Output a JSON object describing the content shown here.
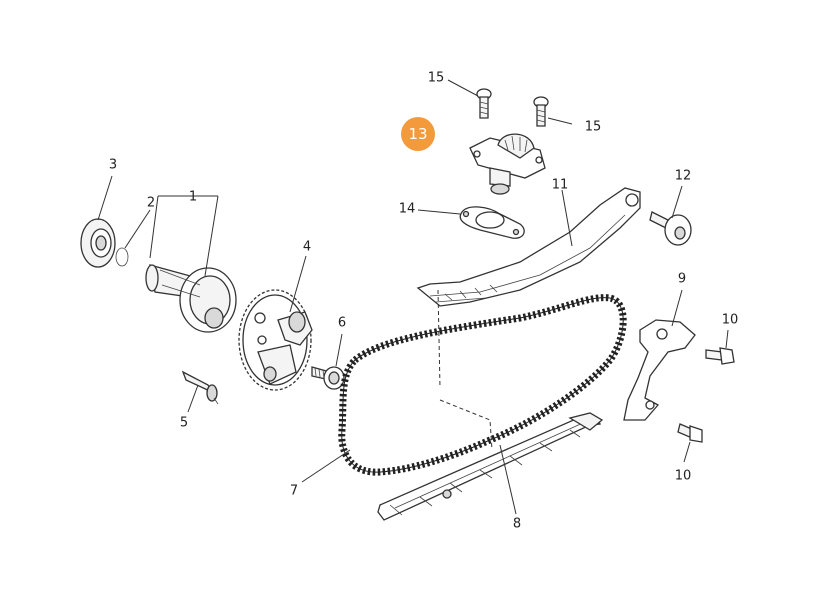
{
  "callout": {
    "label": "13",
    "color": "#F39A3C"
  },
  "part_labels": {
    "p1": "1",
    "p2": "2",
    "p3": "3",
    "p4": "4",
    "p5": "5",
    "p6": "6",
    "p7": "7",
    "p8": "8",
    "p9": "9",
    "p10a": "10",
    "p10b": "10",
    "p11": "11",
    "p12": "12",
    "p14": "14",
    "p15a": "15",
    "p15b": "15"
  }
}
